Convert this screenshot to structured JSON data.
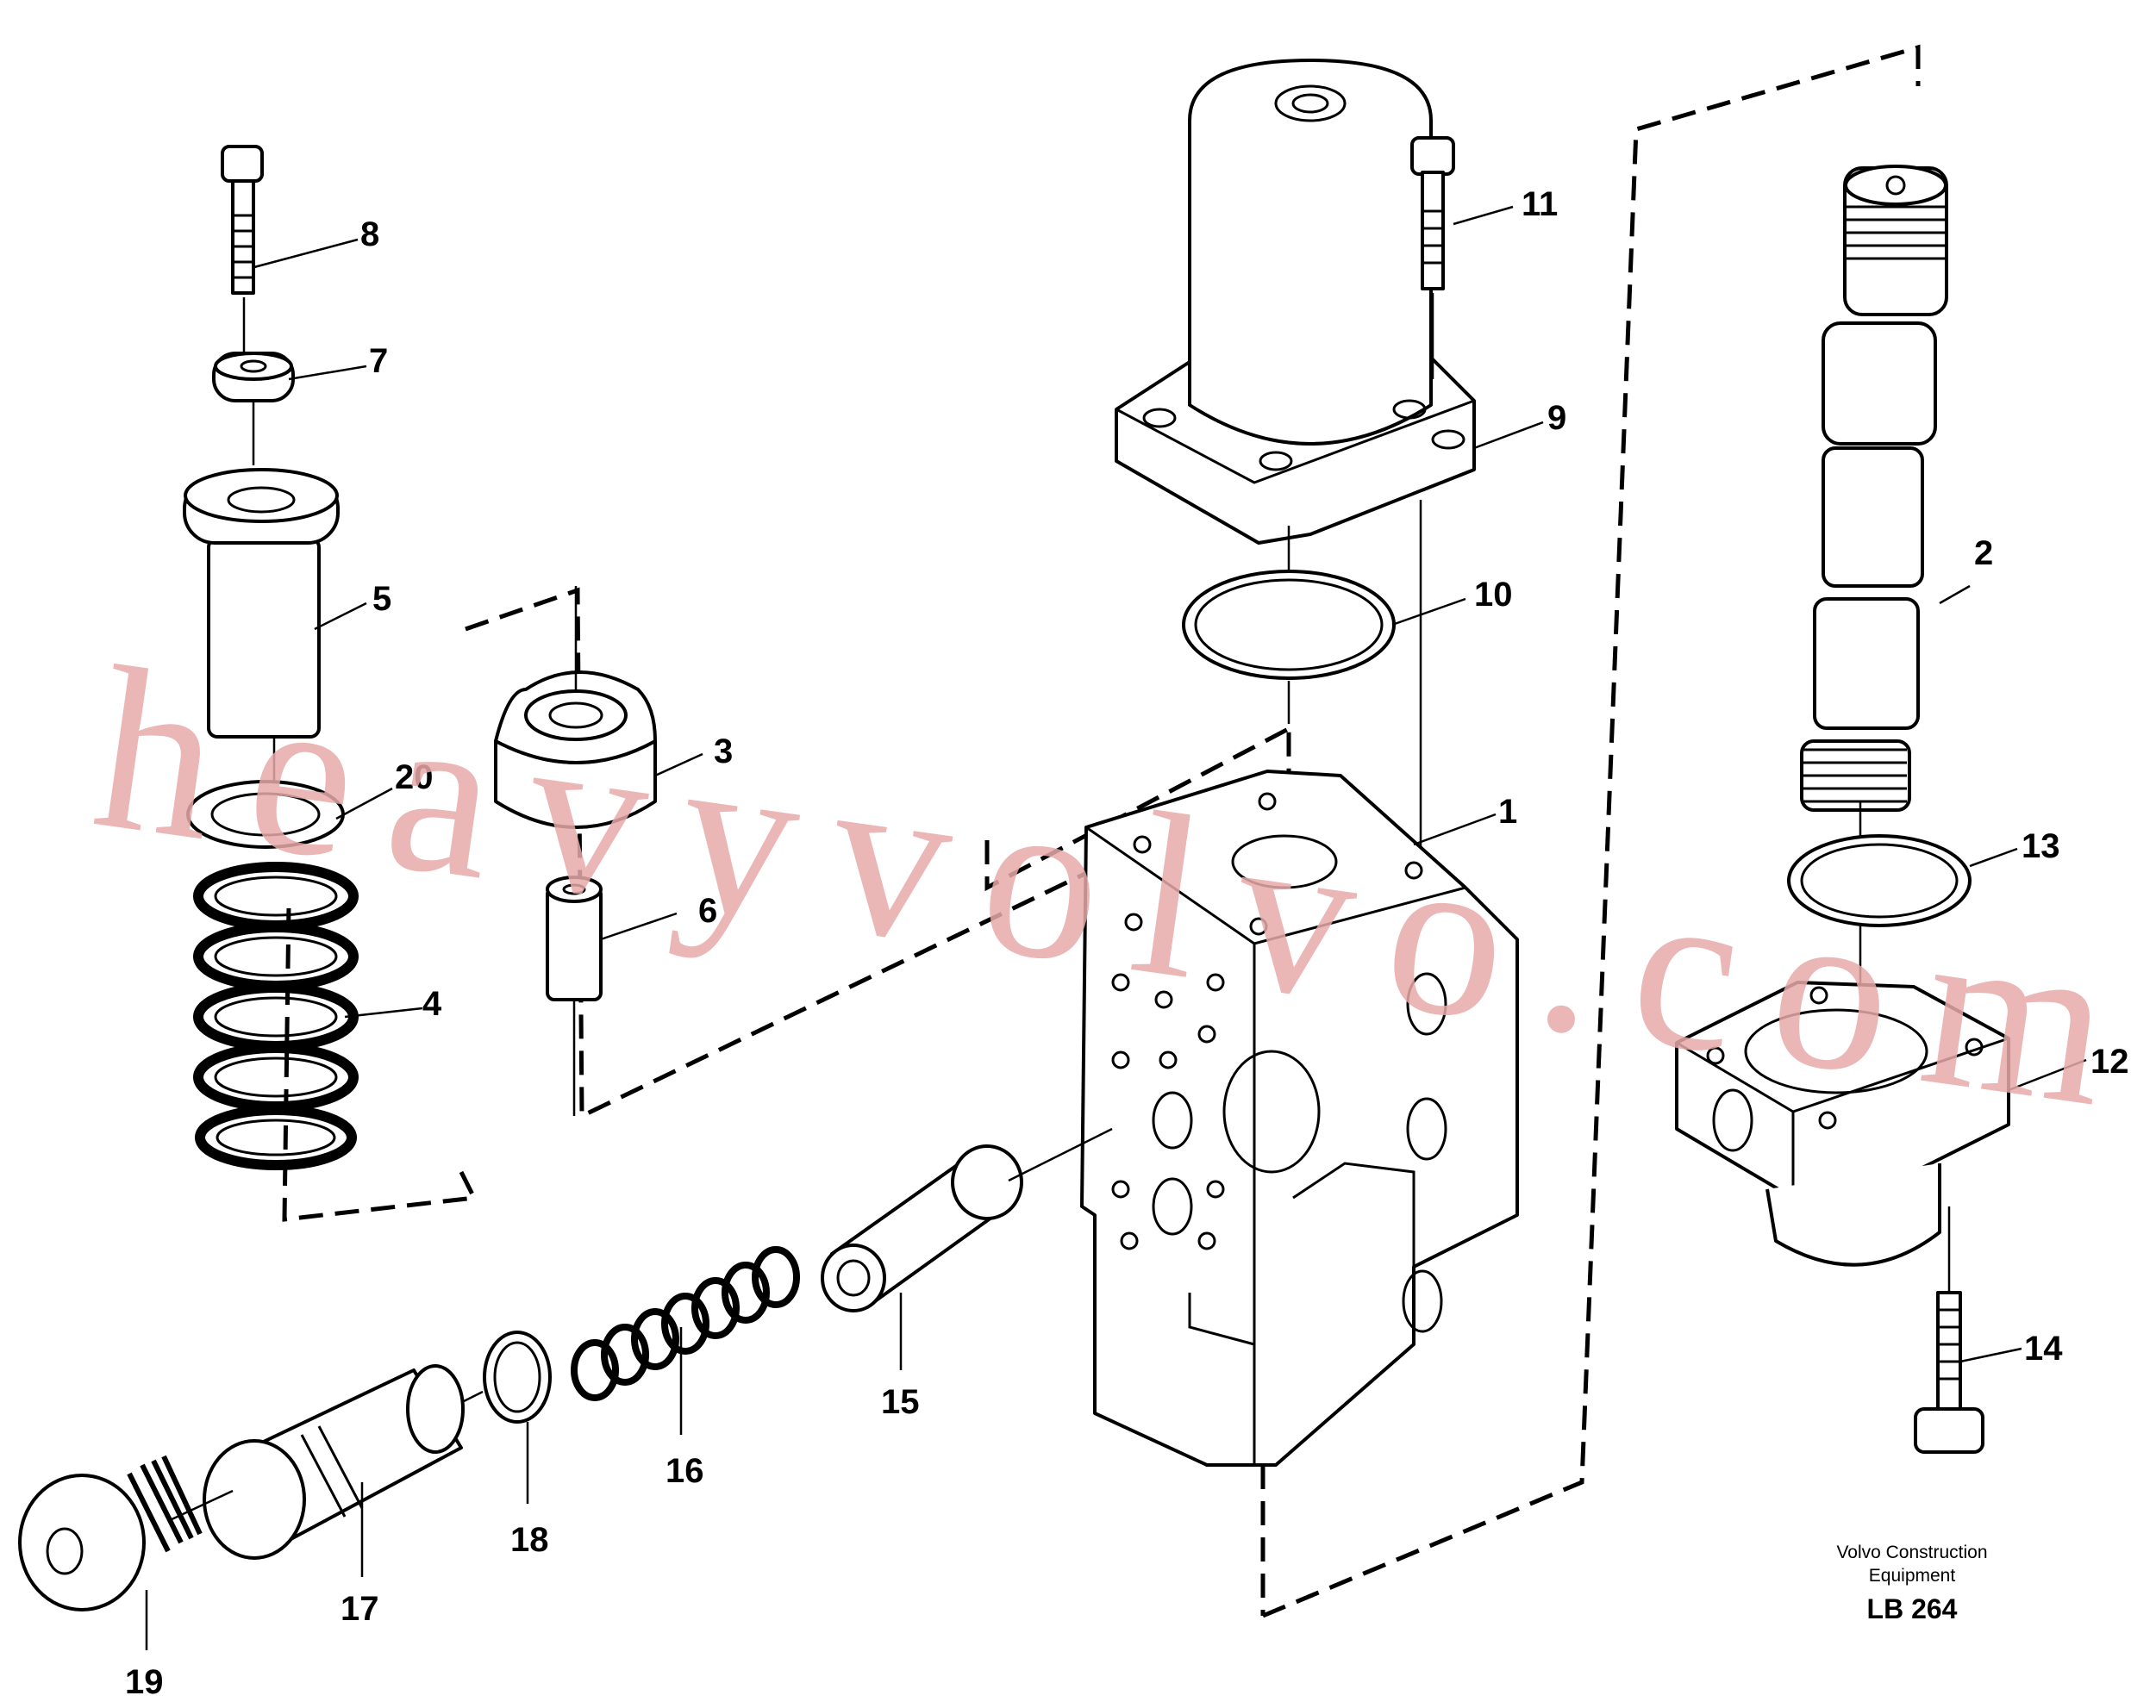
{
  "labels": {
    "1": "1",
    "2": "2",
    "3": "3",
    "4": "4",
    "5": "5",
    "6": "6",
    "7": "7",
    "8": "8",
    "9": "9",
    "10": "10",
    "11": "11",
    "12": "12",
    "13": "13",
    "14": "14",
    "15": "15",
    "16": "16",
    "17": "17",
    "18": "18",
    "19": "19",
    "20": "20"
  },
  "caption": {
    "line1": "Volvo Construction",
    "line2": "Equipment",
    "code": "LB 264"
  },
  "watermark": "heavyvolvo.com",
  "colors": {
    "ink": "#000000",
    "watermark": "#e8aaaa",
    "background": "#ffffff"
  }
}
